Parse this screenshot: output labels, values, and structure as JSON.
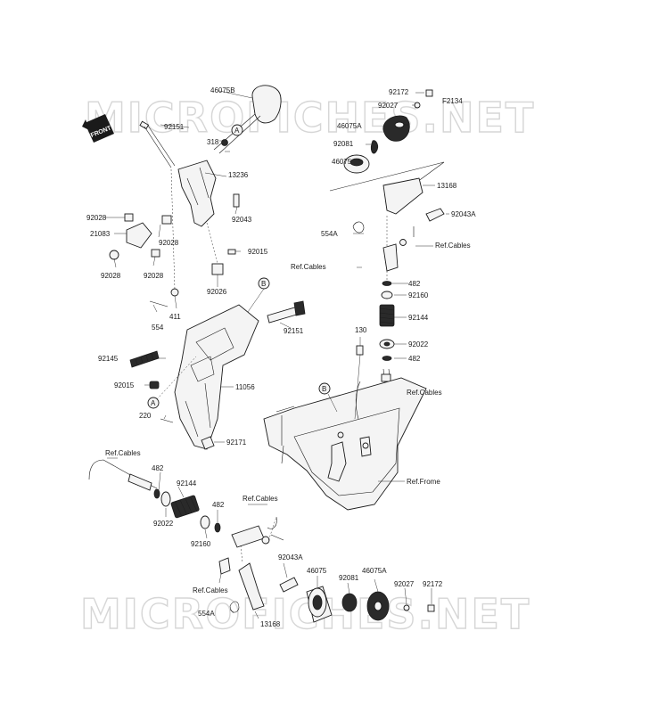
{
  "watermark": "MICROFICHES.NET",
  "front_label": "FRONT",
  "callouts": {
    "a": "A",
    "b": "B"
  },
  "labels": {
    "p46075B": "46075B",
    "p92151_top": "92151",
    "p318": "318",
    "p13236": "13236",
    "p92028_a": "92028",
    "p21083": "21083",
    "p92028_b": "92028",
    "p92043": "92043",
    "p92015_top": "92015",
    "p92028_c": "92028",
    "p92028_d": "92028",
    "p92026": "92026",
    "p554_left": "554",
    "p411": "411",
    "p92172_top": "92172",
    "pF2134": "F2134",
    "p92027_top": "92027",
    "p46075A_top": "46075A",
    "p92081_top": "92081",
    "p46075_top": "46075",
    "p13168_top": "13168",
    "p92043A_top": "92043A",
    "p554A_top": "554A",
    "ref_cables_1": "Ref.Cables",
    "ref_cables_2": "Ref.Cables",
    "p482_a": "482",
    "p92160_top": "92160",
    "p92144_top": "92144",
    "p130": "130",
    "p92022_top": "92022",
    "p482_b": "482",
    "ref_cables_3": "Ref.Cables",
    "p92151_mid": "92151",
    "p92145": "92145",
    "p92015_mid": "92015",
    "p11056": "11056",
    "p220": "220",
    "p92171": "92171",
    "ref_frame": "Ref.Frome",
    "ref_cables_4": "Ref.Cables",
    "p482_c": "482",
    "p92144_bot": "92144",
    "p92022_bot": "92022",
    "p482_d": "482",
    "p92160_bot": "92160",
    "ref_cables_5": "Ref.Cables",
    "p92043A_bot": "92043A",
    "ref_cables_6": "Ref.Cables",
    "p554A_bot": "554A",
    "p13168_bot": "13168",
    "p46075_bot": "46075",
    "p92081_bot": "92081",
    "p46075A_bot": "46075A",
    "p92027_bot": "92027",
    "p92172_bot": "92172"
  }
}
